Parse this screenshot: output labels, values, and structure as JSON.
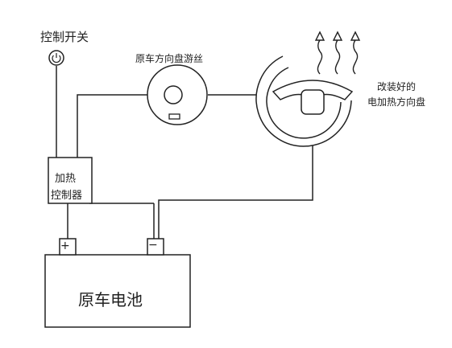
{
  "labels": {
    "control_switch": "控制开关",
    "original_clock_spring": "原车方向盘游丝",
    "heated_wheel_line1": "改装好的",
    "heated_wheel_line2": "电加热方向盘",
    "controller_line1": "加热",
    "controller_line2": "控制器",
    "battery": "原车电池",
    "plus_terminal": "+",
    "minus_terminal": "−"
  },
  "icons": {
    "switch": "power-icon",
    "heat": "heat-waves-icon",
    "wheel": "steering-wheel-icon",
    "clock_spring": "clock-spring-icon"
  },
  "colors": {
    "line": "#222222",
    "background": "#ffffff"
  }
}
